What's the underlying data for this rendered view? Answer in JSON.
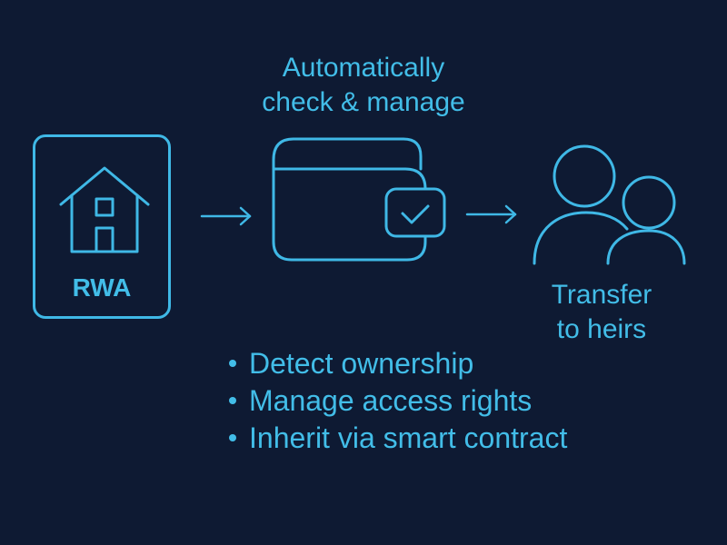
{
  "title": {
    "line1": "Automatically",
    "line2": "check & manage"
  },
  "rwa": {
    "label": "RWA",
    "icon": "house-icon"
  },
  "wallet": {
    "icon": "wallet-check-icon"
  },
  "heirs": {
    "icon": "people-icon",
    "line1": "Transfer",
    "line2": "to heirs"
  },
  "bullets": [
    "Detect ownership",
    "Manage access rights",
    "Inherit via smart contract"
  ],
  "colors": {
    "background": "#0e1a33",
    "accent": "#3fb8e6"
  }
}
